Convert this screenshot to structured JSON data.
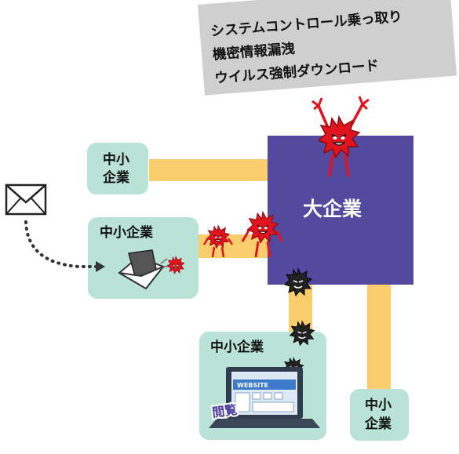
{
  "banner": {
    "lines": [
      "システムコントロール乗っ取り",
      "機密情報漏洩",
      "ウイルス強制ダウンロード"
    ]
  },
  "big_company": {
    "label": "大企業",
    "color": "#534aa0"
  },
  "small_companies": {
    "top_left": [
      "中小",
      "企業"
    ],
    "mail": "中小企業",
    "web": "中小企業",
    "bottom_right": [
      "中小",
      "企業"
    ]
  },
  "browser": {
    "site_label": "WEBSITE",
    "view_label": "閲覧"
  },
  "colors": {
    "box": "#b9e3d6",
    "connector": "#f9cd6c",
    "virus_red": "#e0141f",
    "virus_black": "#222222"
  }
}
